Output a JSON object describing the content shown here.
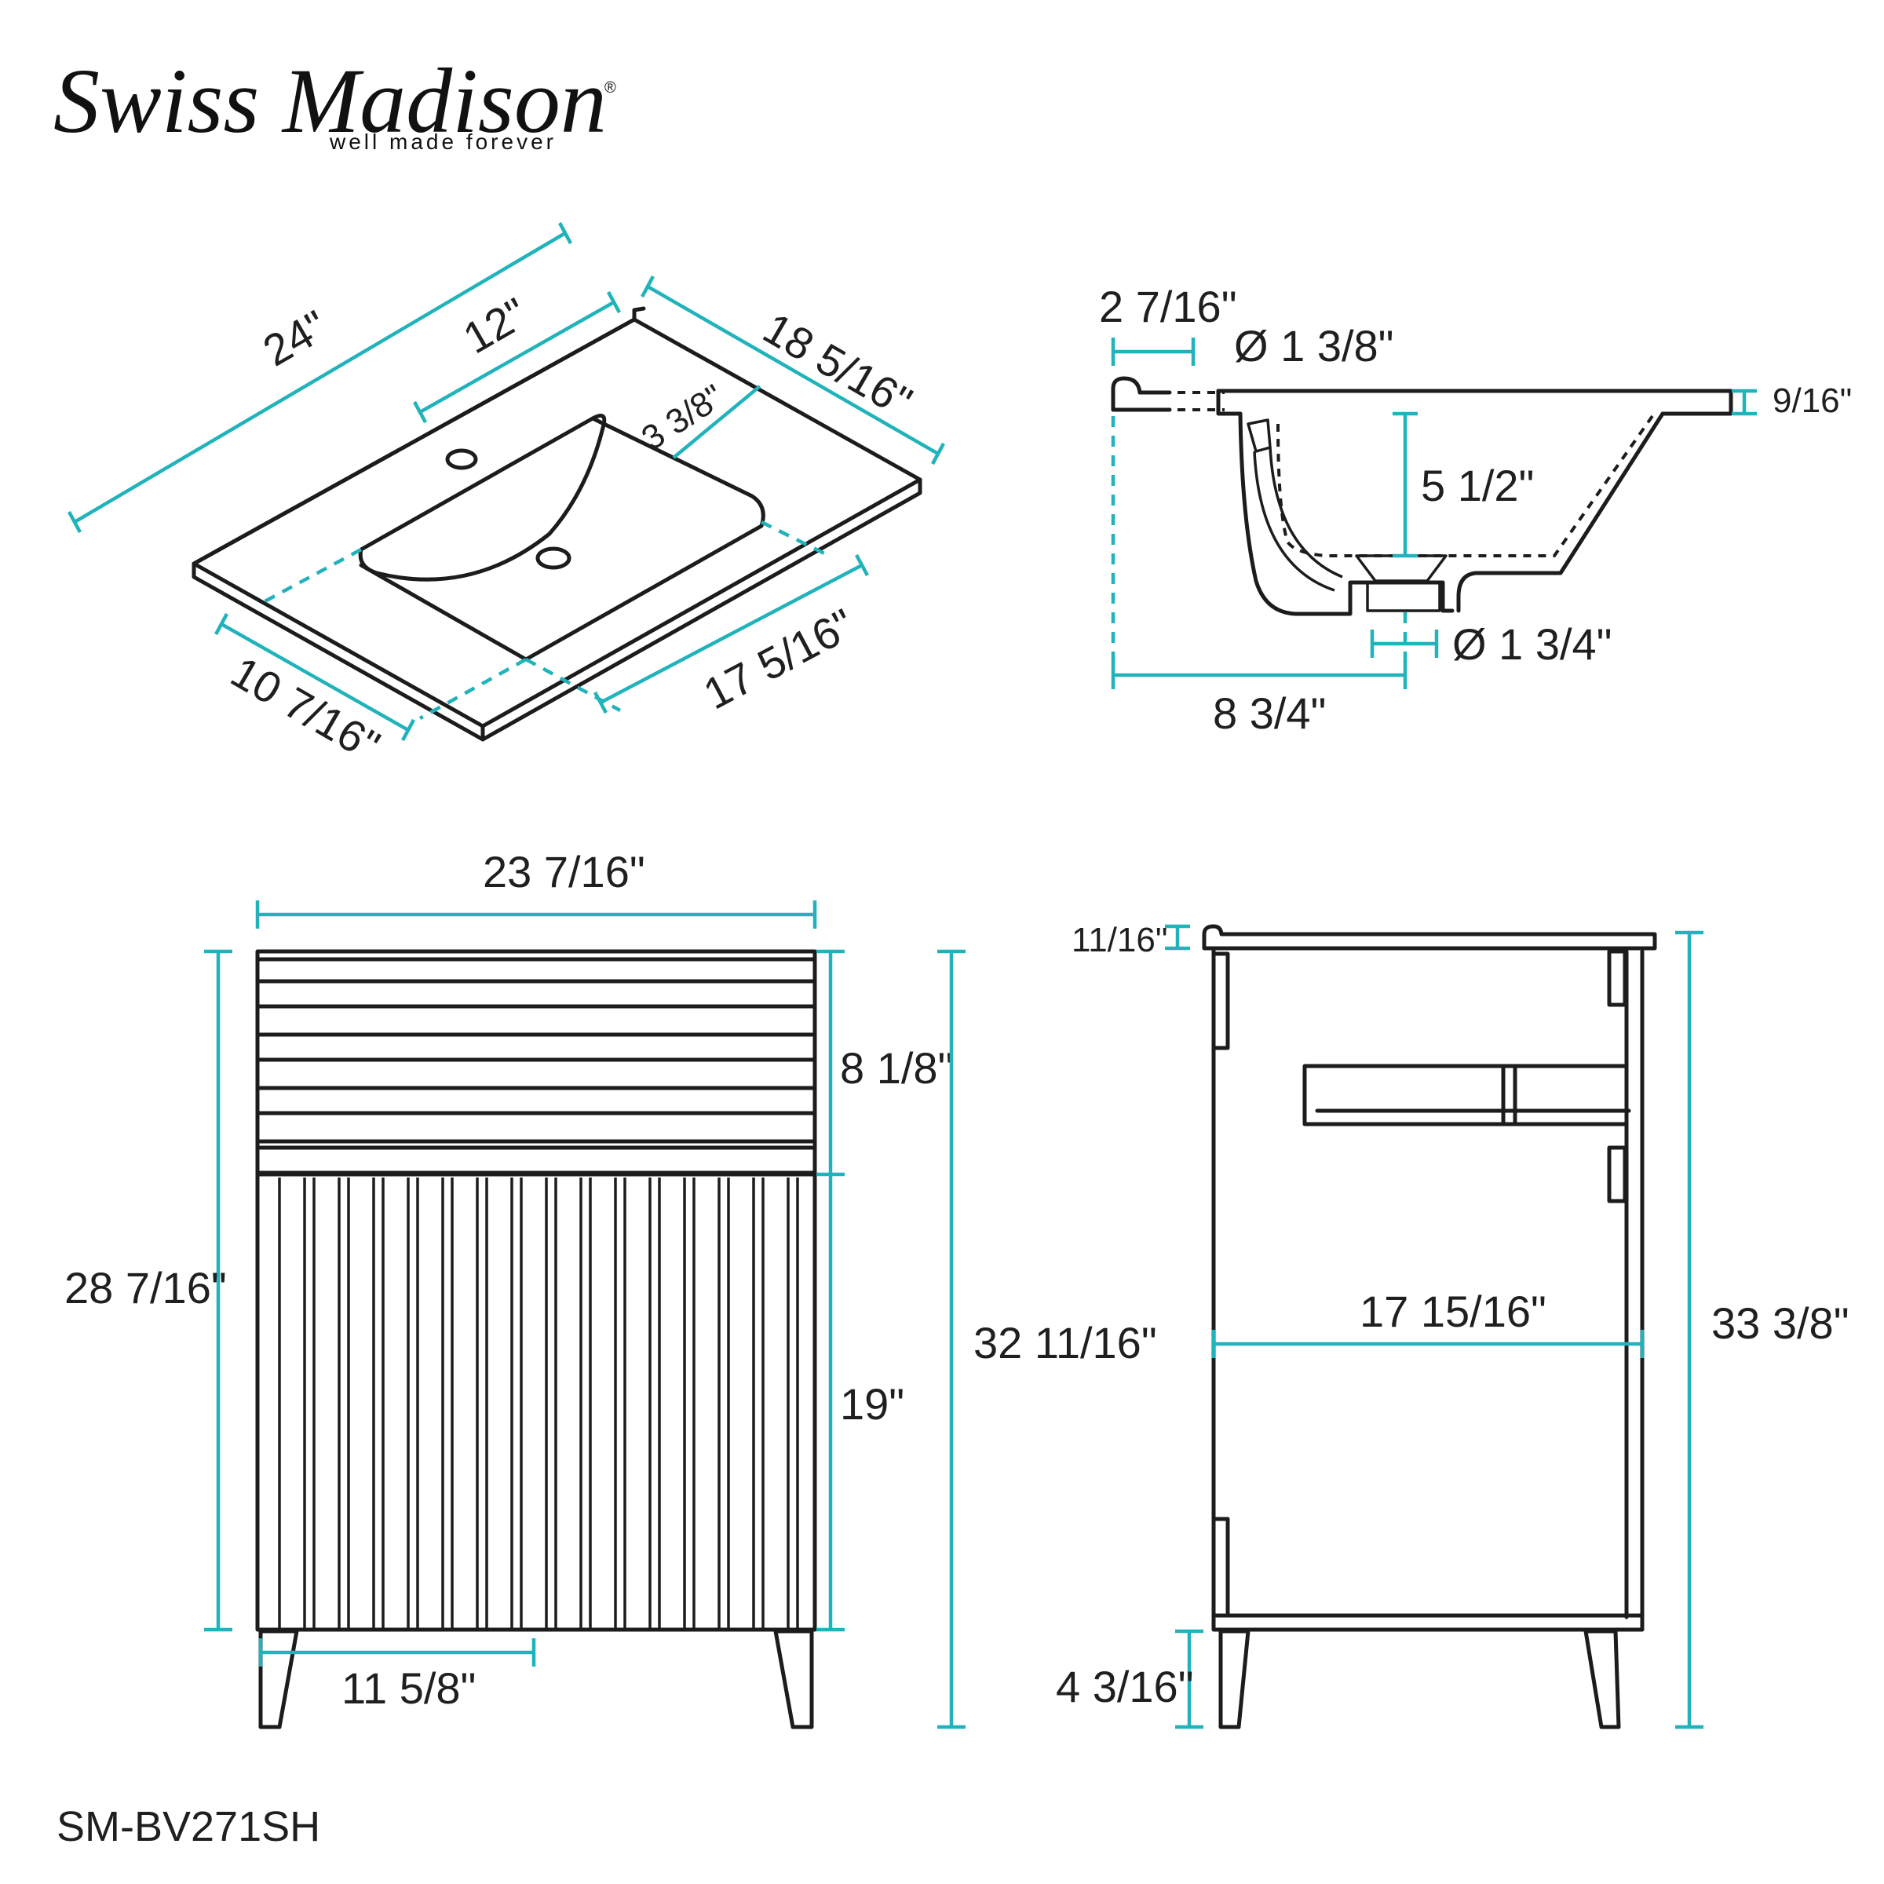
{
  "brand": {
    "name": "Swiss Madison",
    "registered": "®",
    "tagline": "well made forever"
  },
  "model": "SM-BV271SH",
  "colors": {
    "dimension_line": "#21b3bb",
    "outline": "#1c1c1c",
    "background": "#ffffff"
  },
  "views": {
    "top_view": {
      "top_width": "24\"",
      "faucet_center": "12\"",
      "top_depth": "18 5/16\"",
      "back_to_bowl": "3 3/8\"",
      "bowl_width": "10 7/16\"",
      "bowl_length": "17 5/16\""
    },
    "sink_section": {
      "backsplash_to_overflow": "2 7/16\"",
      "overflow_diameter": "Ø 1 3/8\"",
      "top_thickness": "9/16\"",
      "bowl_depth": "5 1/2\"",
      "drain_diameter": "Ø 1 3/4\"",
      "back_to_drain": "8 3/4\""
    },
    "front_view": {
      "cabinet_width": "23 7/16\"",
      "drawer_height": "8 1/8\"",
      "cabinet_height": "28 7/16\"",
      "overall_height": "32 11/16\"",
      "door_height": "19\"",
      "door_width": "11 5/8\""
    },
    "side_view": {
      "backsplash_height": "11/16\"",
      "cabinet_depth": "17 15/16\"",
      "total_height": "33 3/8\"",
      "leg_height": "4 3/16\""
    }
  }
}
